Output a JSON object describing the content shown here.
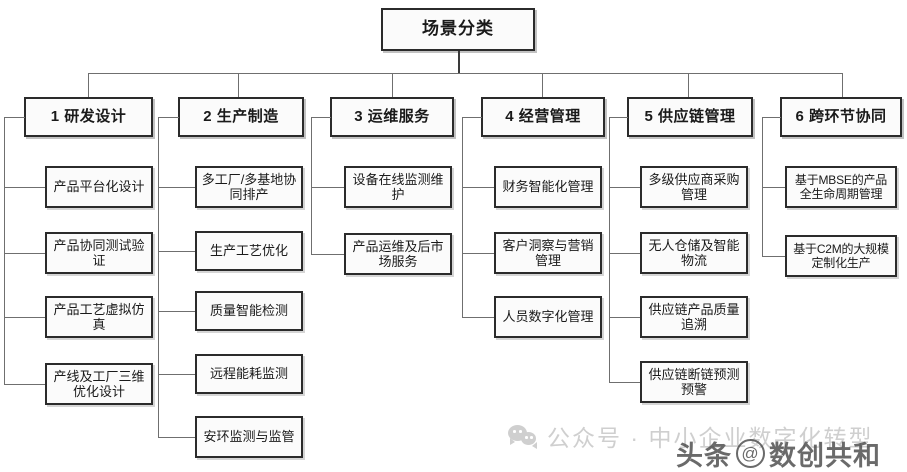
{
  "diagram": {
    "root": {
      "label": "场景分类"
    },
    "columns": [
      {
        "id": "col-1",
        "header": "1 研发设计",
        "items": [
          "产品平台化设计",
          "产品协同测试验证",
          "产品工艺虚拟仿真",
          "产线及工厂三维优化设计"
        ]
      },
      {
        "id": "col-2",
        "header": "2 生产制造",
        "items": [
          "多工厂/多基地协同排产",
          "生产工艺优化",
          "质量智能检测",
          "远程能耗监测",
          "安环监测与监管"
        ]
      },
      {
        "id": "col-3",
        "header": "3 运维服务",
        "items": [
          "设备在线监测维护",
          "产品运维及后市场服务"
        ]
      },
      {
        "id": "col-4",
        "header": "4 经营管理",
        "items": [
          "财务智能化管理",
          "客户洞察与营销管理",
          "人员数字化管理"
        ]
      },
      {
        "id": "col-5",
        "header": "5 供应链管理",
        "items": [
          "多级供应商采购管理",
          "无人仓储及智能物流",
          "供应链产品质量追溯",
          "供应链断链预测预警"
        ]
      },
      {
        "id": "col-6",
        "header": "6 跨环节协同",
        "items": [
          "基于MBSE的产品全生命周期管理",
          "基于C2M的大规模定制化生产"
        ]
      }
    ]
  },
  "watermarks": {
    "wechat": "公众号 · 中小企业数字化转型",
    "toutiao_prefix": "头条",
    "toutiao_at": "@",
    "toutiao_handle": "数创共和"
  },
  "colors": {
    "border": "#2b2b2b",
    "box_fill": "#fbfbfb",
    "line": "#6f6f6f",
    "watermark_light": "#cfcfcf",
    "watermark_dark": "#4a4a4a"
  }
}
